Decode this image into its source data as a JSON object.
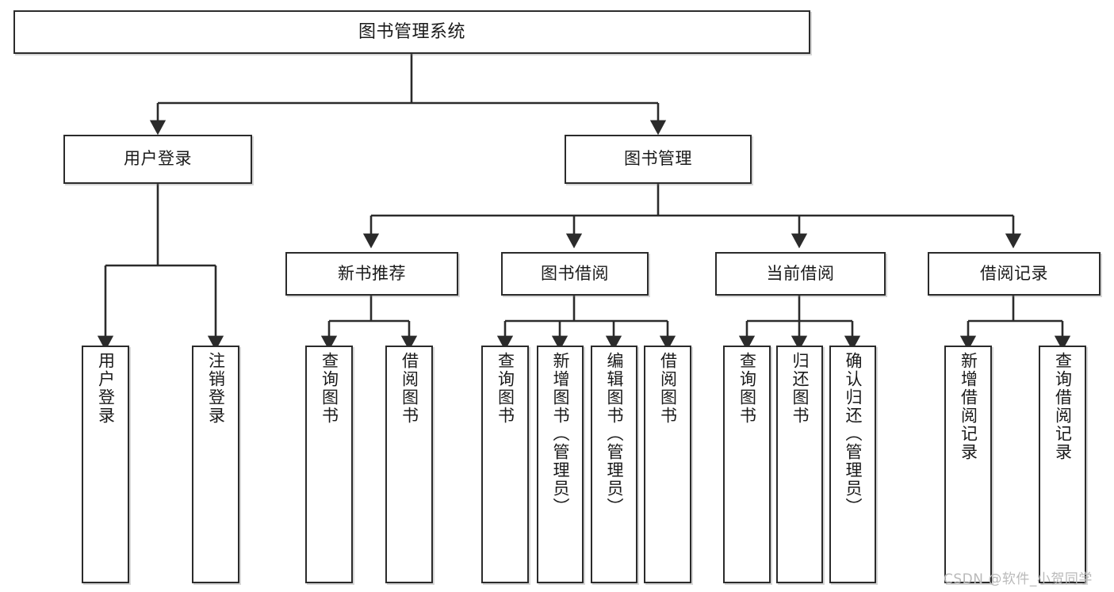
{
  "title": "图书管理系统",
  "watermark": "CSDN @软件_小贺同学",
  "colors": {
    "border": "#2b2b2b",
    "background": "#ffffff",
    "text": "#1a1a1a",
    "edge": "#2b2b2b",
    "watermark": "#b9b9b9"
  },
  "chart_data": {
    "type": "diagram",
    "diagram_kind": "tree",
    "orientation": "top-down",
    "title": "图书管理系统",
    "levels": 4,
    "nodes": [
      {
        "id": "root",
        "label": "图书管理系统",
        "level": 0,
        "parent": null
      },
      {
        "id": "login",
        "label": "用户登录",
        "level": 1,
        "parent": "root"
      },
      {
        "id": "bookmgmt",
        "label": "图书管理",
        "level": 1,
        "parent": "root"
      },
      {
        "id": "newbook",
        "label": "新书推荐",
        "level": 2,
        "parent": "bookmgmt"
      },
      {
        "id": "borrow",
        "label": "图书借阅",
        "level": 2,
        "parent": "bookmgmt"
      },
      {
        "id": "current",
        "label": "当前借阅",
        "level": 2,
        "parent": "bookmgmt"
      },
      {
        "id": "record",
        "label": "借阅记录",
        "level": 2,
        "parent": "bookmgmt"
      },
      {
        "id": "l1",
        "label": "用户登录",
        "level": 2,
        "parent": "login"
      },
      {
        "id": "l2",
        "label": "注销登录",
        "level": 2,
        "parent": "login"
      },
      {
        "id": "n1",
        "label": "查询图书",
        "level": 3,
        "parent": "newbook"
      },
      {
        "id": "n2",
        "label": "借阅图书",
        "level": 3,
        "parent": "newbook"
      },
      {
        "id": "b1",
        "label": "查询图书",
        "level": 3,
        "parent": "borrow"
      },
      {
        "id": "b2",
        "label": "新增图书（管理员）",
        "level": 3,
        "parent": "borrow"
      },
      {
        "id": "b3",
        "label": "编辑图书（管理员）",
        "level": 3,
        "parent": "borrow"
      },
      {
        "id": "b4",
        "label": "借阅图书",
        "level": 3,
        "parent": "borrow"
      },
      {
        "id": "c1",
        "label": "查询图书",
        "level": 3,
        "parent": "current"
      },
      {
        "id": "c2",
        "label": "归还图书",
        "level": 3,
        "parent": "current"
      },
      {
        "id": "c3",
        "label": "确认归还（管理员）",
        "level": 3,
        "parent": "current"
      },
      {
        "id": "r1",
        "label": "新增借阅记录",
        "level": 3,
        "parent": "record"
      },
      {
        "id": "r2",
        "label": "查询借阅记录",
        "level": 3,
        "parent": "record"
      }
    ]
  },
  "root": {
    "label": "图书管理系统"
  },
  "level2": {
    "login": {
      "label": "用户登录"
    },
    "bookmgmt": {
      "label": "图书管理"
    }
  },
  "level3": {
    "newbook": {
      "label": "新书推荐"
    },
    "borrow": {
      "label": "图书借阅"
    },
    "current": {
      "label": "当前借阅"
    },
    "record": {
      "label": "借阅记录"
    }
  },
  "leaves": {
    "login_children": [
      {
        "label": "用户登录"
      },
      {
        "label": "注销登录"
      }
    ],
    "newbook_children": [
      {
        "label": "查询图书"
      },
      {
        "label": "借阅图书"
      }
    ],
    "borrow_children": [
      {
        "label": "查询图书"
      },
      {
        "label": "新增图书（管理员）"
      },
      {
        "label": "编辑图书（管理员）"
      },
      {
        "label": "借阅图书"
      }
    ],
    "current_children": [
      {
        "label": "查询图书"
      },
      {
        "label": "归还图书"
      },
      {
        "label": "确认归还（管理员）"
      }
    ],
    "record_children": [
      {
        "label": "新增借阅记录"
      },
      {
        "label": "查询借阅记录"
      }
    ]
  }
}
